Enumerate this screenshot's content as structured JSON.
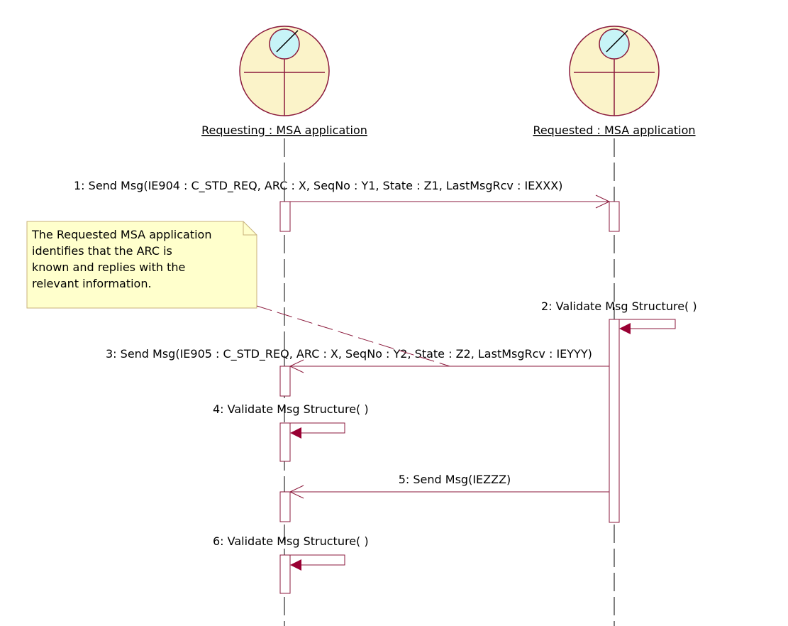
{
  "colors": {
    "line": "#8b1a3c",
    "arrow_fill": "#990033",
    "actor_fill": "#fbf3c9",
    "actor_inner_fill": "#c7f4f7",
    "note_fill": "#ffffcc",
    "note_border": "#c8b27a",
    "lifeline": "#000000"
  },
  "lifelines": {
    "requesting": {
      "label": "Requesting : MSA application",
      "icon": "boundary-actor-icon"
    },
    "requested": {
      "label": "Requested : MSA application",
      "icon": "boundary-actor-icon"
    }
  },
  "messages": {
    "m1": "1: Send Msg(IE904 : C_STD_REQ, ARC : X, SeqNo : Y1, State : Z1, LastMsgRcv : IEXXX)",
    "m2": "2: Validate Msg Structure( )",
    "m3": "3: Send Msg(IE905 : C_STD_REQ, ARC : X, SeqNo : Y2, State : Z2, LastMsgRcv : IEYYY)",
    "m4": "4: Validate Msg Structure( )",
    "m5": "5: Send Msg(IEZZZ)",
    "m6": "6: Validate Msg Structure( )"
  },
  "note": {
    "lines": [
      "The Requested MSA application",
      "identifies that the ARC is",
      "known and replies with the",
      "relevant information."
    ]
  }
}
